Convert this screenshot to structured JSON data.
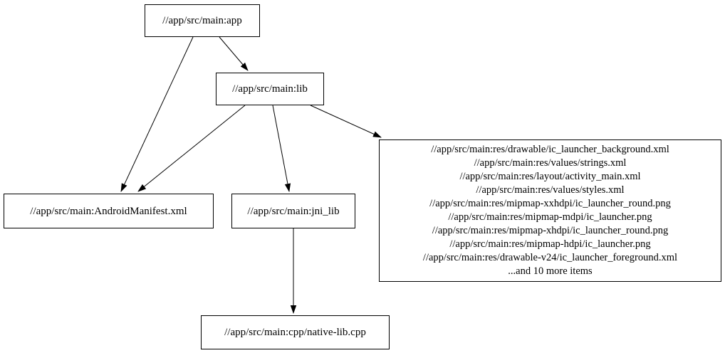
{
  "diagram": {
    "type": "directed-dependency-graph",
    "colors": {
      "background": "#ffffff",
      "node_border": "#000000",
      "edge": "#000000",
      "text": "#000000"
    },
    "nodes": {
      "app": {
        "label": "//app/src/main:app"
      },
      "lib": {
        "label": "//app/src/main:lib"
      },
      "android_manifest": {
        "label": "//app/src/main:AndroidManifest.xml"
      },
      "jni_lib": {
        "label": "//app/src/main:jni_lib"
      },
      "native_lib_cpp": {
        "label": "//app/src/main:cpp/native-lib.cpp"
      },
      "res_group": {
        "lines": [
          "//app/src/main:res/drawable/ic_launcher_background.xml",
          "//app/src/main:res/values/strings.xml",
          "//app/src/main:res/layout/activity_main.xml",
          "//app/src/main:res/values/styles.xml",
          "//app/src/main:res/mipmap-xxhdpi/ic_launcher_round.png",
          "//app/src/main:res/mipmap-mdpi/ic_launcher.png",
          "//app/src/main:res/mipmap-xhdpi/ic_launcher_round.png",
          "//app/src/main:res/mipmap-hdpi/ic_launcher.png",
          "//app/src/main:res/drawable-v24/ic_launcher_foreground.xml",
          "...and 10 more items"
        ]
      }
    },
    "edges": [
      {
        "from": "app",
        "to": "lib"
      },
      {
        "from": "app",
        "to": "android_manifest"
      },
      {
        "from": "lib",
        "to": "android_manifest"
      },
      {
        "from": "lib",
        "to": "jni_lib"
      },
      {
        "from": "lib",
        "to": "res_group"
      },
      {
        "from": "jni_lib",
        "to": "native_lib_cpp"
      }
    ]
  }
}
